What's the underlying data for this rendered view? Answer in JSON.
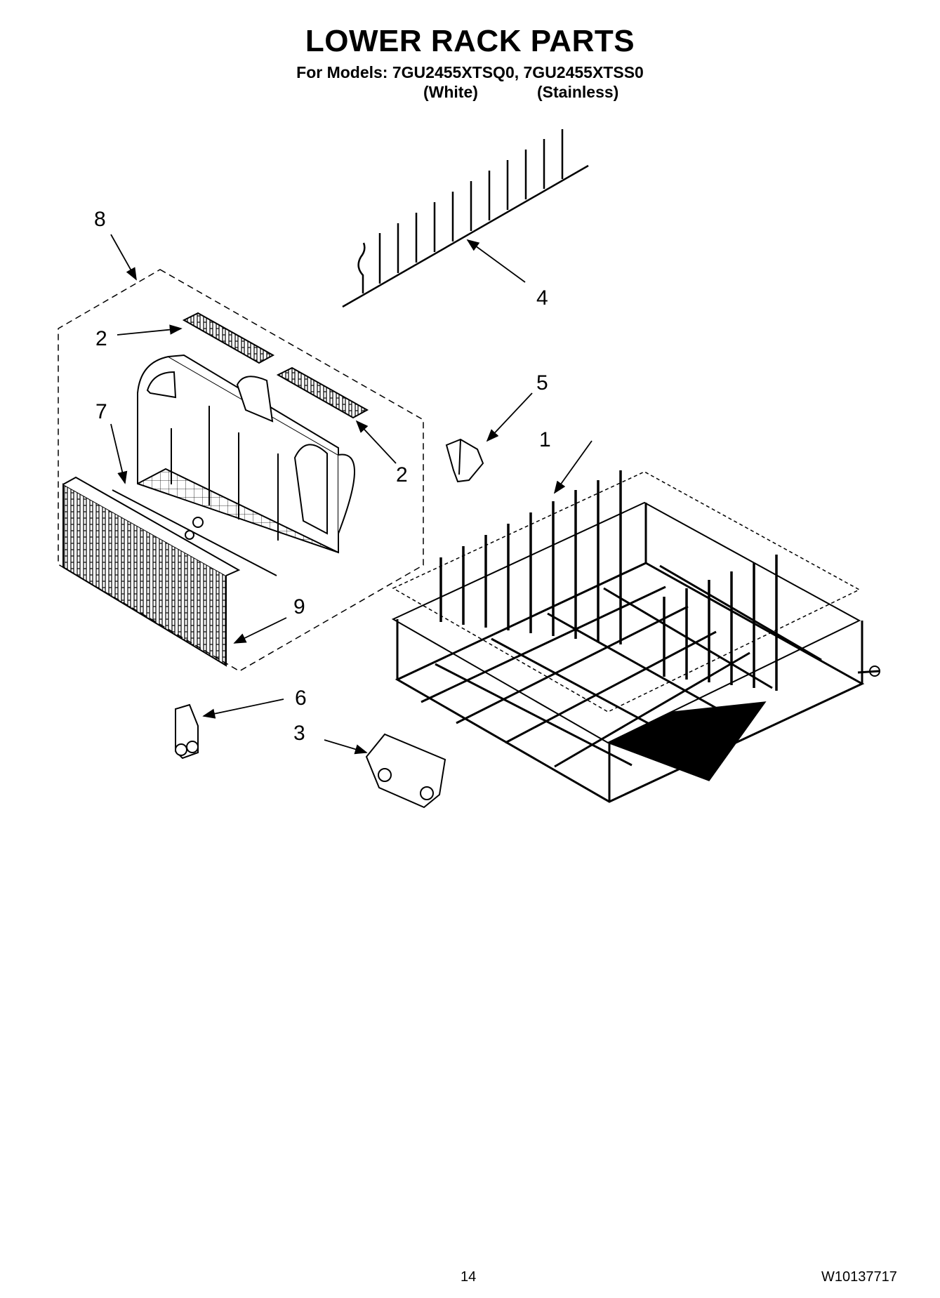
{
  "header": {
    "title": "LOWER RACK PARTS",
    "models_line": "For Models: 7GU2455XTSQ0, 7GU2455XTSS0",
    "variant_white": "(White)",
    "variant_stainless": "(Stainless)"
  },
  "callouts": {
    "c1": "1",
    "c2a": "2",
    "c2b": "2",
    "c3": "3",
    "c4": "4",
    "c5": "5",
    "c6": "6",
    "c7": "7",
    "c8": "8",
    "c9": "9"
  },
  "footer": {
    "page_number": "14",
    "document_number": "W10137717"
  }
}
